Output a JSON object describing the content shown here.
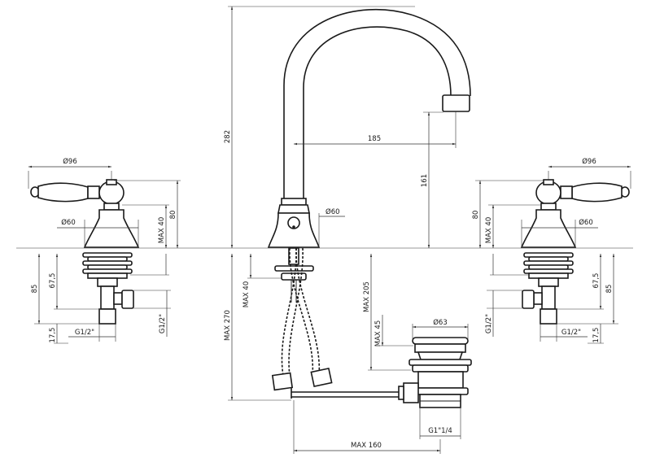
{
  "labels": {
    "spout_height": "282",
    "spout_reach": "185",
    "spout_outlet_height": "161",
    "body_diameter": "Ø60",
    "max_270": "MAX 270",
    "max_40_center": "MAX 40",
    "max_205": "MAX 205",
    "max_45": "MAX 45",
    "waste_diameter": "Ø63",
    "waste_thread": "G1\"1/4",
    "max_160": "MAX 160",
    "left_handle_diameter": "Ø96",
    "left_body_diameter": "Ø60",
    "left_height_80": "80",
    "left_max_40": "MAX 40",
    "left_height_85": "85",
    "left_height_67_5": "67,5",
    "left_height_17_5": "17,5",
    "left_thread_bottom": "G1/2\"",
    "left_thread_side": "G1/2\"",
    "right_handle_diameter": "Ø96",
    "right_body_diameter": "Ø60",
    "right_height_80": "80",
    "right_max_40": "MAX 40",
    "right_height_85": "85",
    "right_height_67_5": "67,5",
    "right_height_17_5": "17,5",
    "right_thread_bottom": "G1/2\"",
    "right_thread_side": "G1/2\""
  }
}
